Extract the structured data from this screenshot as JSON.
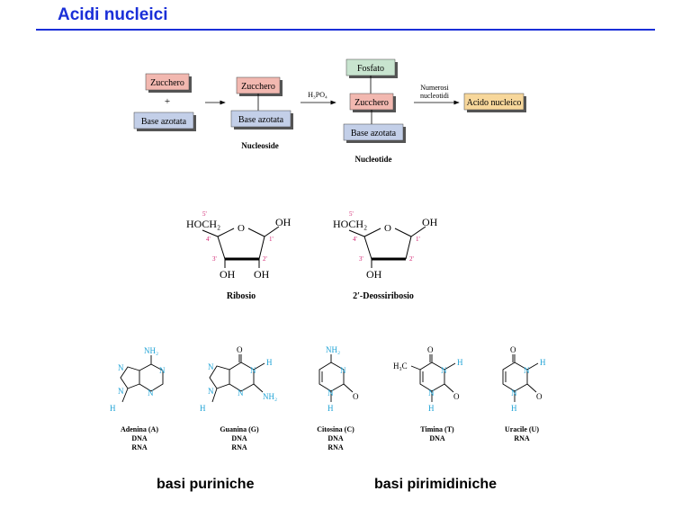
{
  "header": {
    "title": "Acidi nucleici"
  },
  "flow": {
    "sugar": "Zucchero",
    "plus": "+",
    "base": "Base azotata",
    "phosphate": "Fosfato",
    "h3po4": "H₃PO₄",
    "numerosi": "Numerosi",
    "nucleotidi": "nucleotidi",
    "nucleic_acid": "Acido nucleico",
    "nucleoside": "Nucleoside",
    "nucleotide": "Nucleotide"
  },
  "sugars": {
    "hoch2": "HOCH₂",
    "oh": "OH",
    "o": "O",
    "p5": "5'",
    "p4": "4'",
    "p3": "3'",
    "p2": "2'",
    "p1": "1'",
    "ribose": "Ribosio",
    "deoxyribose": "2′-Deossiribosio"
  },
  "bases": {
    "atoms": {
      "N": "N",
      "H": "H",
      "O": "O",
      "NH2": "NH₂",
      "H3C": "H₃C"
    },
    "items": [
      {
        "name": "Adenina (A)",
        "l1": "DNA",
        "l2": "RNA"
      },
      {
        "name": "Guanina (G)",
        "l1": "DNA",
        "l2": "RNA"
      },
      {
        "name": "Citosina (C)",
        "l1": "DNA",
        "l2": "RNA"
      },
      {
        "name": "Timina (T)",
        "l1": "DNA",
        "l2": ""
      },
      {
        "name": "Uracile (U)",
        "l1": "RNA",
        "l2": ""
      }
    ]
  },
  "captions": {
    "purine": "basi puriniche",
    "pyrimidine": "basi pirimidiniche"
  },
  "colors": {
    "title": "#1a2fd8",
    "sugar_box": "#f2b8b0",
    "base_box": "#c3cfe8",
    "phosphate_box": "#c8e4cf",
    "nucleic_box": "#f7d79b",
    "nitrogen": "#1fa3d6",
    "position_label": "#d0206e"
  }
}
